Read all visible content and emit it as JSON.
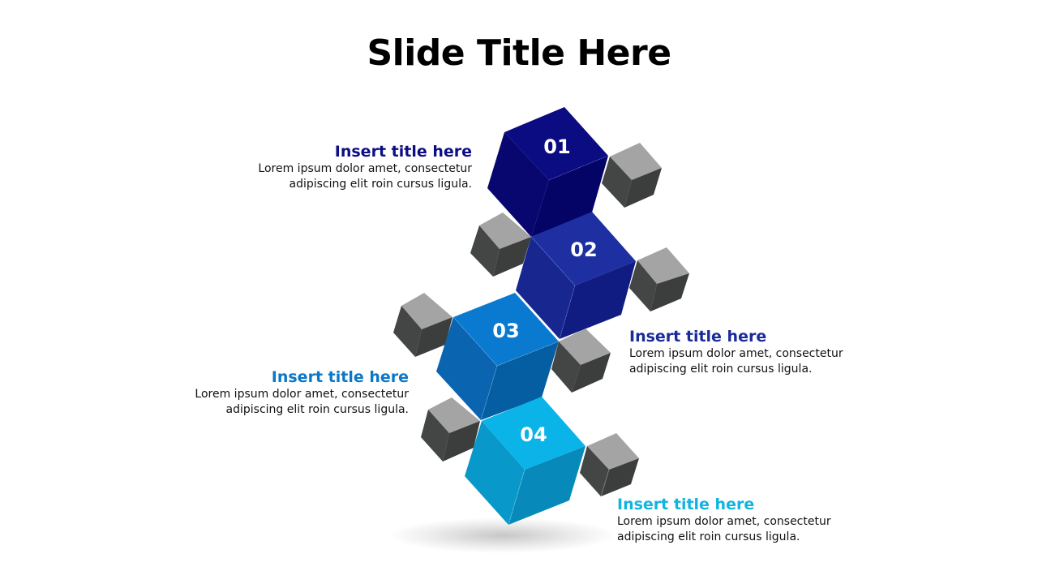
{
  "slide": {
    "title": "Slide Title Here"
  },
  "steps": [
    {
      "number": "01",
      "title": "Insert title here",
      "line1": "Lorem ipsum dolor amet, consectetur",
      "line2": "adipiscing elit roin cursus ligula.",
      "color": "#0d0d85"
    },
    {
      "number": "02",
      "title": "Insert title here",
      "line1": "Lorem ipsum dolor amet, consectetur",
      "line2": "adipiscing elit roin cursus ligula.",
      "color": "#1a2a9a"
    },
    {
      "number": "03",
      "title": "Insert title here",
      "line1": "Lorem ipsum dolor amet, consectetur",
      "line2": "adipiscing elit roin cursus ligula.",
      "color": "#0a78c8"
    },
    {
      "number": "04",
      "title": "Insert title here",
      "line1": "Lorem ipsum dolor amet, consectetur",
      "line2": "adipiscing elit roin cursus ligula.",
      "color": "#10b4e0"
    }
  ],
  "palette": {
    "cube01": {
      "top": "#0b0b82",
      "left": "#07076f",
      "right": "#040466"
    },
    "cube02": {
      "top": "#1d2fa1",
      "left": "#17278f",
      "right": "#111c82"
    },
    "cube03": {
      "top": "#0a7ad0",
      "left": "#0a64b0",
      "right": "#055ea2"
    },
    "cube04": {
      "top": "#0bb4e8",
      "left": "#0898c9",
      "right": "#078ab9"
    },
    "gray": {
      "top": "#a4a4a4",
      "left": "#434645",
      "right": "#3b3e3d"
    }
  }
}
